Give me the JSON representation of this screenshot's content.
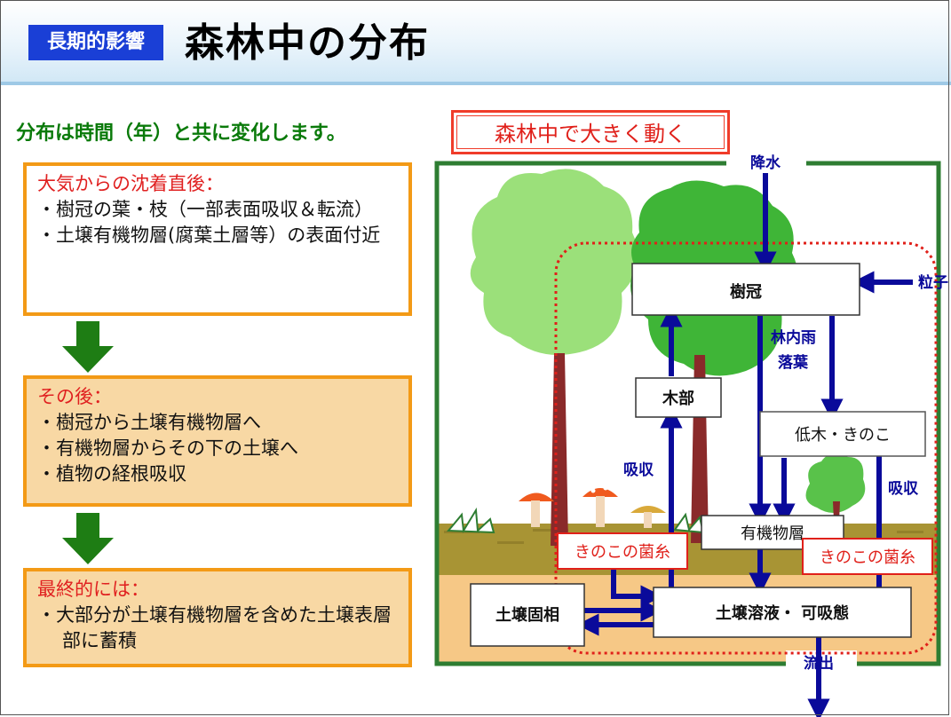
{
  "header": {
    "tag": "長期的影響",
    "title": "森林中の分布"
  },
  "subtitle": "分布は時間（年）と共に変化します。",
  "left_boxes": [
    {
      "heading": "大気からの沈着直後：",
      "lines": [
        "・樹冠の葉・枝（一部表面吸収＆転流）",
        "・土壌有機物層(腐葉土層等）の表面付近"
      ]
    },
    {
      "heading": "その後：",
      "lines": [
        "・樹冠から土壌有機物層へ",
        "・有機物層からその下の土壌へ",
        "・植物の経根吸収"
      ]
    },
    {
      "heading": "最終的には：",
      "lines": [
        "・大部分が土壌有機物層を含めた土壌表層部に蓄積"
      ]
    }
  ],
  "diagram": {
    "red_label": "森林中で大きく動く",
    "nodes": {
      "canopy": "樹冠",
      "wood": "木部",
      "shrub": "低木・きのこ",
      "organic": "有機物層",
      "solution": "土壌溶液・ 可吸態",
      "solid": "土壌固相",
      "mycelium_left": "きのこの菌糸",
      "mycelium_right": "きのこの菌糸"
    },
    "labels": {
      "rain": "降水",
      "particles": "粒子",
      "throughfall": "林内雨",
      "litter": "落葉",
      "absorb_left": "吸収",
      "absorb_right": "吸収",
      "outflow": "流出"
    }
  },
  "colors": {
    "tag_bg": "#1a3fd6",
    "arrow_blue": "#0a0a9a",
    "green_arrow": "#1e7d14",
    "orange_border": "#f39a16",
    "red": "#e0201a",
    "forest_border": "#2e7d32"
  }
}
